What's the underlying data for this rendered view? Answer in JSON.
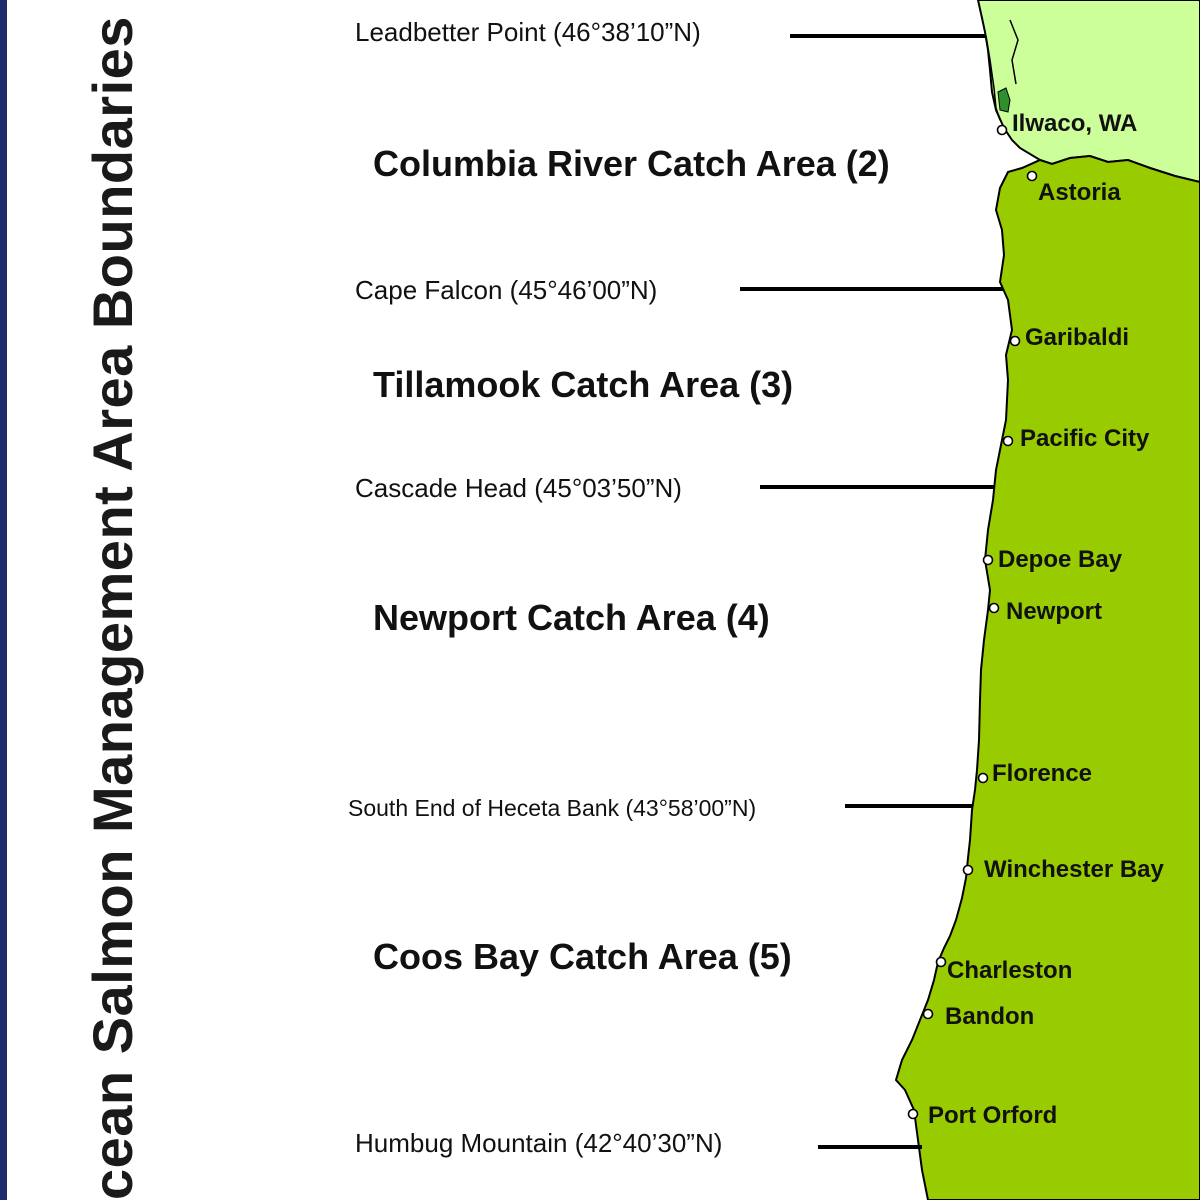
{
  "title": "cean Salmon Management Area Boundaries",
  "colors": {
    "oregon_land": "#99cc00",
    "washington_land": "#ccff99",
    "coast_line": "#000000",
    "left_stripe": "#1f2b6b",
    "inner_wetland": "#2f8f2f"
  },
  "boundaries": [
    {
      "name": "Leadbetter Point",
      "coord": "(46°38’10”N)"
    },
    {
      "name": "Cape Falcon",
      "coord": "(45°46’00”N)"
    },
    {
      "name": "Cascade Head",
      "coord": "(45°03’50”N)"
    },
    {
      "name": "South End of Heceta Bank",
      "coord": "(43°58’00”N)"
    },
    {
      "name": "Humbug Mountain",
      "coord": "(42°40’30”N)"
    }
  ],
  "areas": [
    "Columbia River Catch Area (2)",
    "Tillamook Catch Area (3)",
    "Newport Catch Area (4)",
    "Coos Bay Catch Area (5)"
  ],
  "towns": [
    "Ilwaco, WA",
    "Astoria",
    "Garibaldi",
    "Pacific City",
    "Depoe Bay",
    "Newport",
    "Florence",
    "Winchester Bay",
    "Charleston",
    "Bandon",
    "Port Orford"
  ],
  "icons": {
    "town_marker": "port-star-icon"
  }
}
